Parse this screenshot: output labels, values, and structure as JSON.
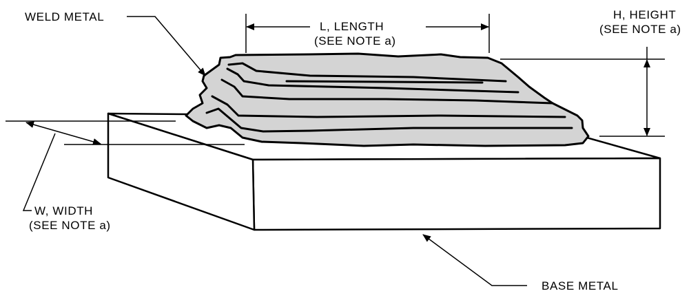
{
  "labels": {
    "weld_metal": "WELD METAL",
    "length_line1": "L, LENGTH",
    "length_line2": "(SEE NOTE a)",
    "height_line1": "H, HEIGHT",
    "height_line2": "(SEE NOTE a)",
    "width_line1": "W, WIDTH",
    "width_line2": "(SEE NOTE a)",
    "base_metal": "BASE METAL"
  },
  "colors": {
    "weld_fill": "#d4d4d4",
    "line": "#000000",
    "background": "#ffffff"
  }
}
